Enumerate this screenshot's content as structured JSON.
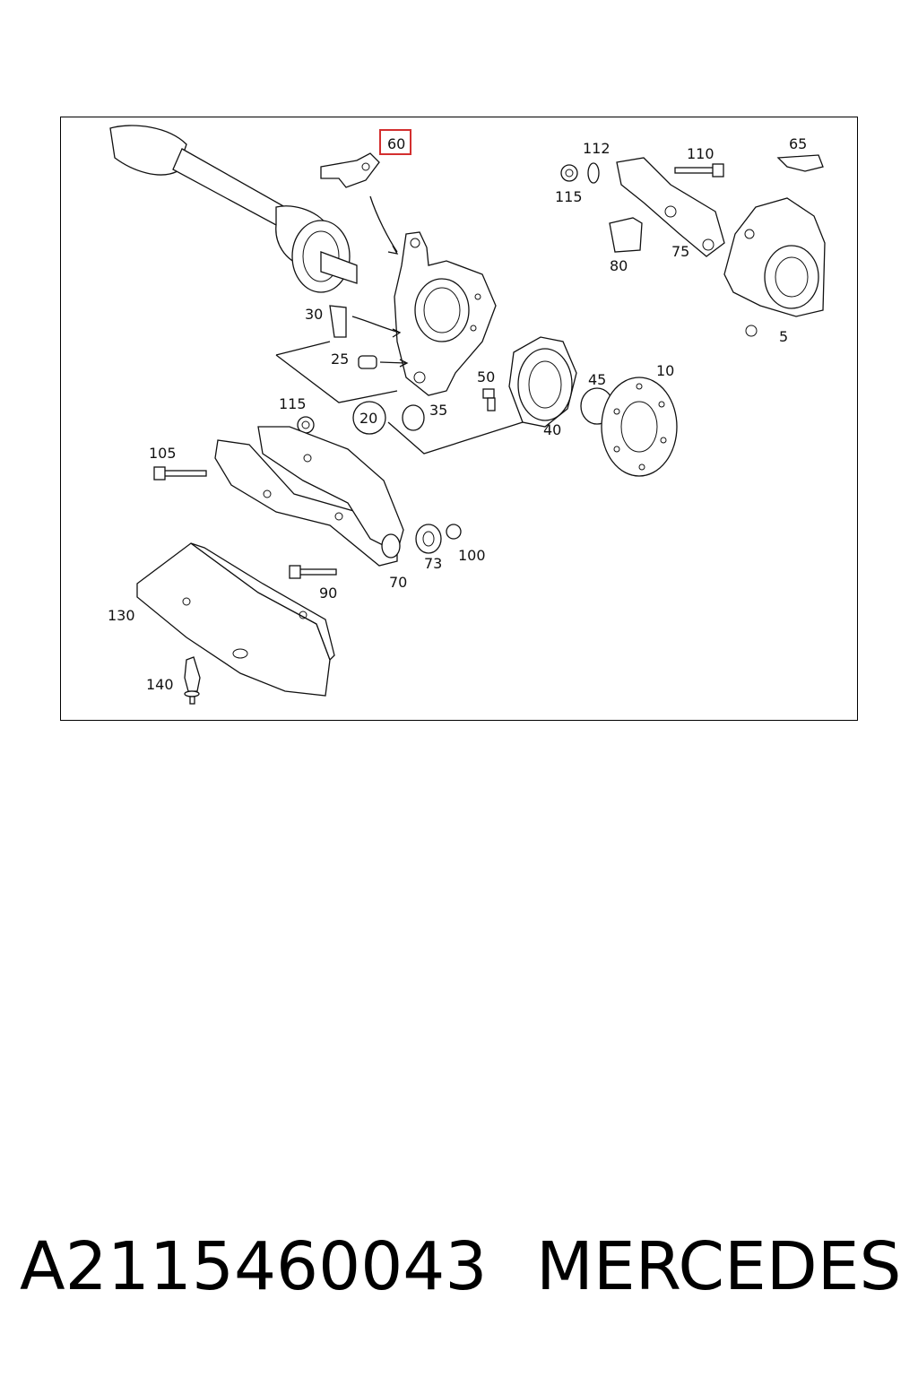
{
  "diagram": {
    "highlighted_callout": "60",
    "callouts": [
      "60",
      "112",
      "110",
      "65",
      "115",
      "80",
      "75",
      "5",
      "30",
      "25",
      "50",
      "45",
      "10",
      "115",
      "35",
      "20",
      "40",
      "105",
      "100",
      "73",
      "90",
      "70",
      "130",
      "140"
    ],
    "colors": {
      "highlight": "#d32f2f",
      "ink": "#111111"
    }
  },
  "caption": {
    "part_number": "A2115460043",
    "brand": "MERCEDES"
  }
}
